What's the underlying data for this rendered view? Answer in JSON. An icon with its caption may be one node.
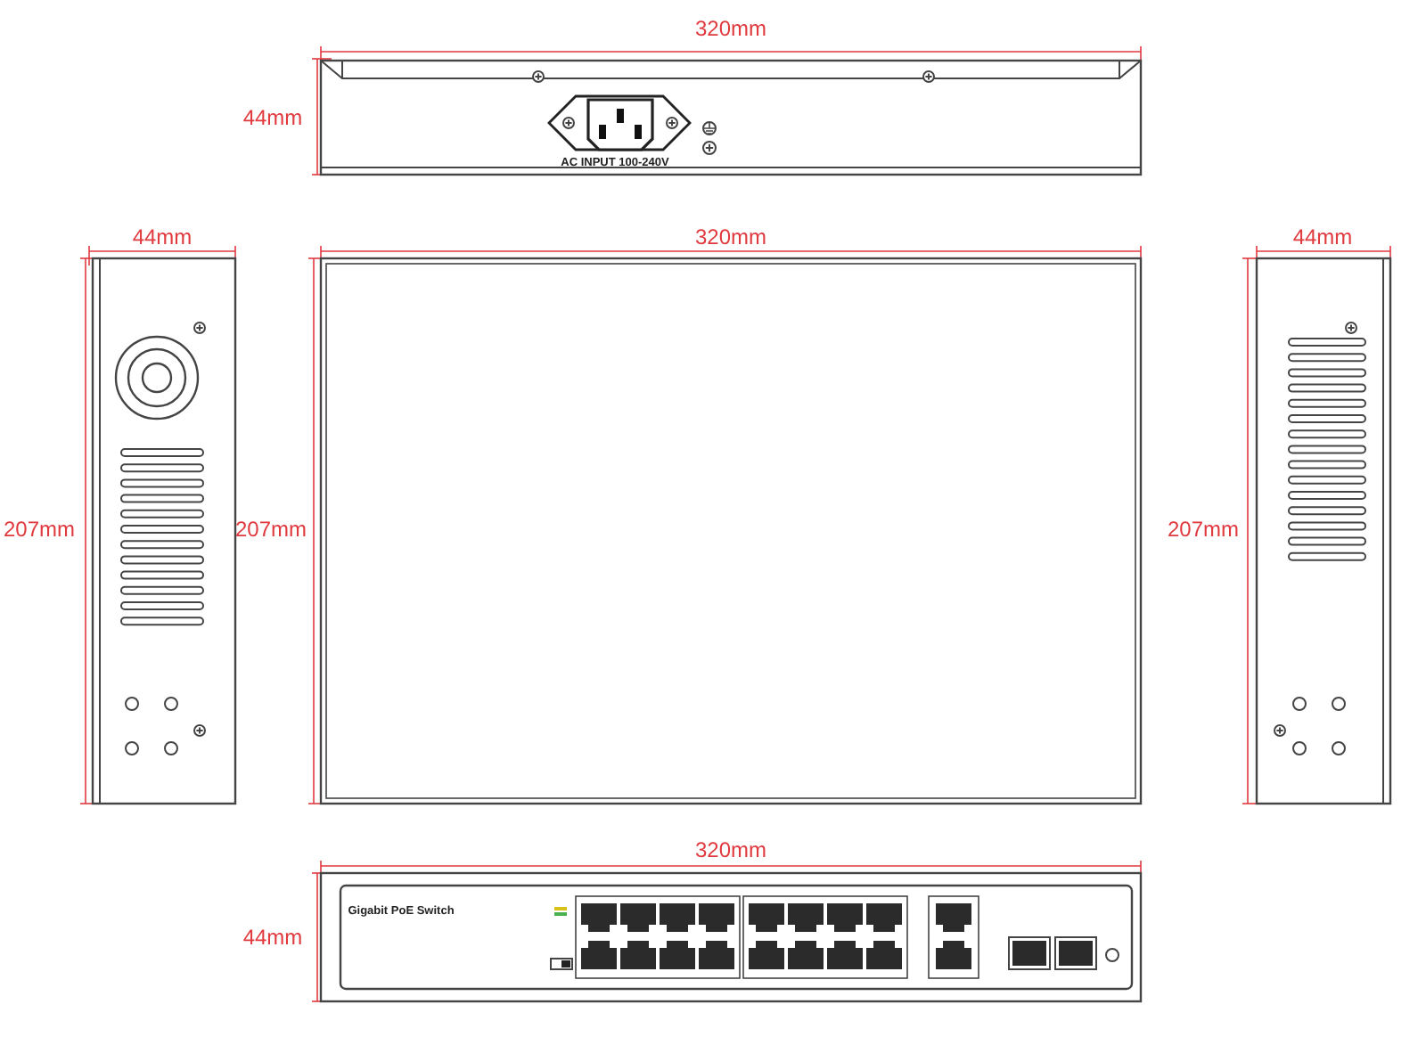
{
  "diagram": {
    "labels": [
      "320mm",
      "44mm",
      "AC INPUT 100-240V",
      "44mm",
      "320mm",
      "44mm",
      "207mm",
      "207mm",
      "207mm",
      "320mm",
      "Gigabit PoE Switch",
      "44mm"
    ]
  }
}
